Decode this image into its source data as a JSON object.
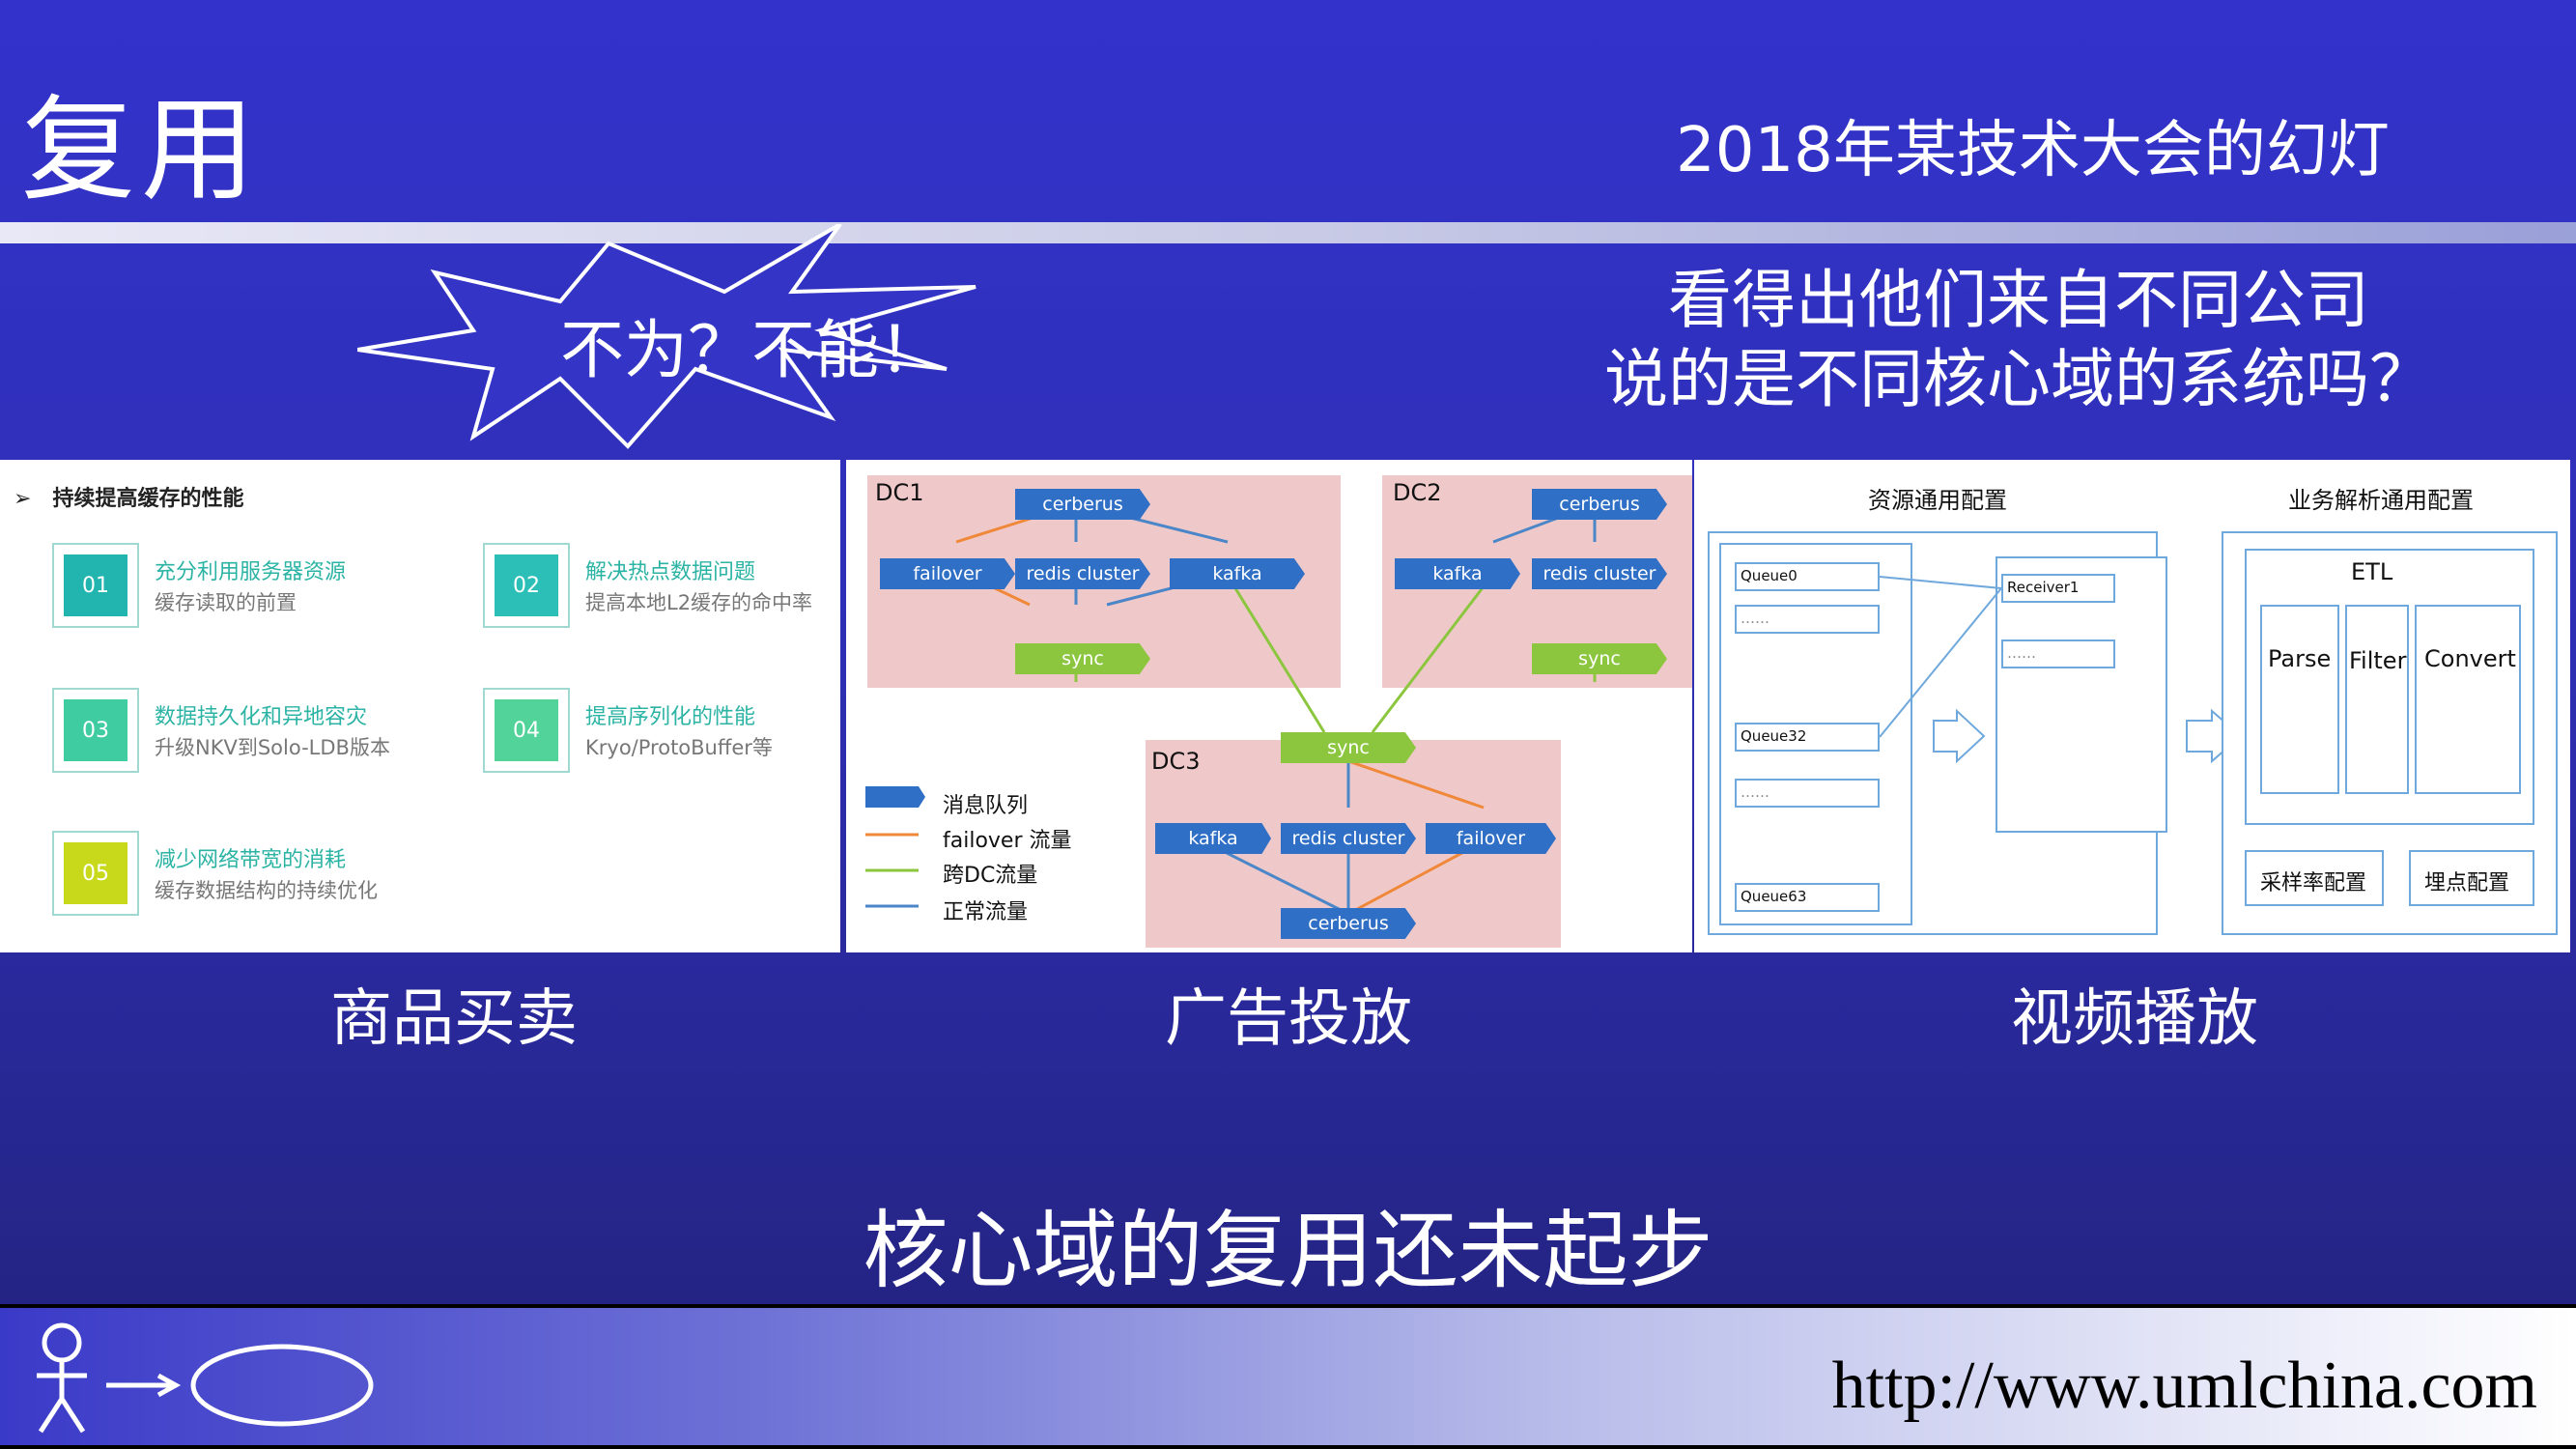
{
  "slide": {
    "title": "复用",
    "subtitle": "2018年某技术大会的幻灯",
    "star_text": "不为？不能！",
    "question_line1": "看得出他们来自不同公司",
    "question_line2": "说的是不同核心域的系统吗？",
    "captions": [
      "商品买卖",
      "广告投放",
      "视频播放"
    ],
    "bottom_text": "核心域的复用还未起步",
    "footer_url": "http://www.umlchina.com"
  },
  "panel1": {
    "heading": "持续提高缓存的性能",
    "bullet": "➢",
    "items": [
      {
        "num": "01",
        "title": "充分利用服务器资源",
        "sub": "缓存读取的前置",
        "color": "#22b5b0"
      },
      {
        "num": "02",
        "title": "解决热点数据问题",
        "sub": "提高本地L2缓存的命中率",
        "color": "#2bbfb7"
      },
      {
        "num": "03",
        "title": "数据持久化和异地容灾",
        "sub": "升级NKV到Solo-LDB版本",
        "color": "#3fcca0"
      },
      {
        "num": "04",
        "title": "提高序列化的性能",
        "sub": "Kryo/ProtoBuffer等",
        "color": "#52d39a"
      },
      {
        "num": "05",
        "title": "减少网络带宽的消耗",
        "sub": "缓存数据结构的持续优化",
        "color": "#c8d81b"
      }
    ]
  },
  "panel2": {
    "dc1": "DC1",
    "dc2": "DC2",
    "dc3": "DC3",
    "cerberus": "cerberus",
    "failover": "failover",
    "redis": "redis cluster",
    "kafka": "kafka",
    "sync": "sync",
    "legend": [
      "消息队列",
      "failover 流量",
      "跨DC流量",
      "正常流量"
    ],
    "colors": {
      "queue": "#2f6fc6",
      "failover": "#f0883a",
      "cross_dc": "#8cc63f",
      "normal": "#4a86c8"
    }
  },
  "panel3": {
    "left_title": "资源通用配置",
    "right_title": "业务解析通用配置",
    "queues": [
      "Queue0",
      "……",
      "Queue32",
      "……",
      "Queue63"
    ],
    "receivers": [
      "Receiver1",
      "……"
    ],
    "etl": "ETL",
    "steps": [
      "Parse",
      "Filter",
      "Convert"
    ],
    "bottom_buttons": [
      "采样率配置",
      "埋点配置"
    ]
  }
}
